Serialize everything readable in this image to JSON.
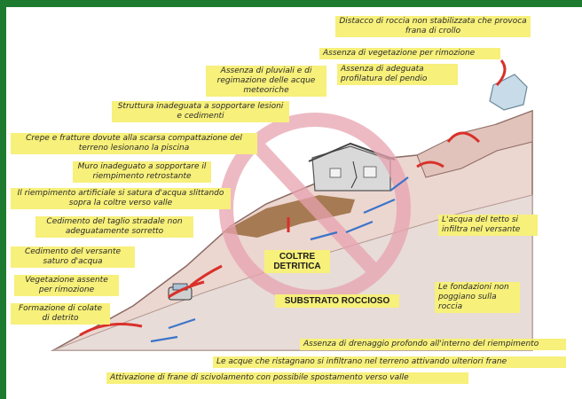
{
  "colors": {
    "highlight": "#f7f07a",
    "frame_green": "#1e7a2e",
    "prohibition_red": "#e8a3b0",
    "arrow_red": "#d9302a",
    "arrow_blue": "#3b74c9",
    "debris_brown": "#9a6a3c",
    "slope_rose": "#e9c9c2"
  },
  "labels": {
    "distacco": "Distacco di roccia non stabilizzata che provoca frana di crollo",
    "assenza_vegetazione": "Assenza di vegetazione per rimozione",
    "assenza_profilatura": "Assenza di adeguata profilatura del pendio",
    "assenza_pluviali": "Assenza di pluviali e di regimazione delle acque meteoriche",
    "struttura": "Struttura inadeguata a sopportare lesioni e cedimenti",
    "crepe": "Crepe e fratture dovute alla scarsa compattazione del terreno lesionano la piscina",
    "muro": "Muro inadeguato a sopportare il riempimento retrostante",
    "riempimento": "Il riempimento artificiale si satura d'acqua slittando sopra la coltre verso valle",
    "cedimento_taglio": "Cedimento del taglio stradale non adeguatamente sorretto",
    "cedimento_versante": "Cedimento del versante saturo d'acqua",
    "vegetazione_assente": "Vegetazione assente per rimozione",
    "colate": "Formazione di colate di detrito",
    "acqua_tetto": "L'acqua del tetto si infiltra nel versante",
    "fondazioni": "Le fondazioni non poggiano sulla roccia",
    "coltre": "COLTRE DETRITICA",
    "substrato": "SUBSTRATO ROCCIOSO",
    "drenaggio": "Assenza di drenaggio profondo all'interno del riempimento",
    "acque_ristagnano": "Le acque che ristagnano si infiltrano nel terreno attivando ulteriori frane",
    "attivazione": "Attivazione di frane di scivolamento con possibile spostamento verso valle"
  }
}
